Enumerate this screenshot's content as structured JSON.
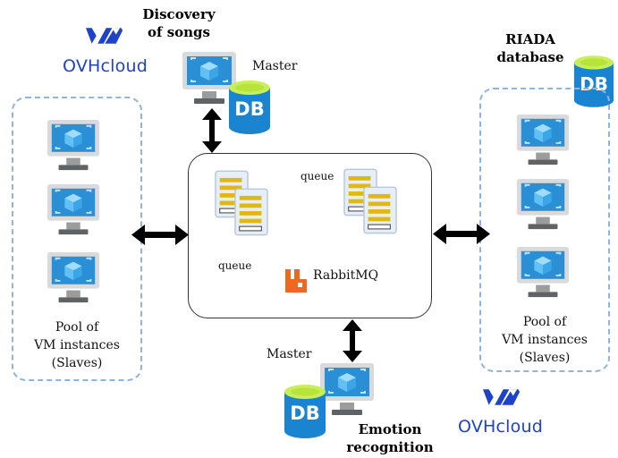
{
  "left_cloud": {
    "brand": "OVHcloud"
  },
  "right_cloud": {
    "brand": "OVHcloud"
  },
  "discovery": {
    "title_line1": "Discovery",
    "title_line2": "of songs",
    "master_label": "Master",
    "db_label": "DB"
  },
  "riada": {
    "title_line1": "RIADA",
    "title_line2": "database",
    "db_label": "DB"
  },
  "left_pool": {
    "line1": "Pool of",
    "line2": "VM instances",
    "line3": "(Slaves)"
  },
  "right_pool": {
    "line1": "Pool of",
    "line2": "VM instances",
    "line3": "(Slaves)"
  },
  "broker": {
    "name": "RabbitMQ",
    "queue_left": "queue",
    "queue_right": "queue"
  },
  "emotion": {
    "master_label": "Master",
    "db_label": "DB",
    "title_line1": "Emotion",
    "title_line2": "recognition"
  },
  "colors": {
    "ovh_blue": "#1e43c8",
    "pool_border": "#8fb4dd",
    "vm_blue": "#2b8fd6",
    "db_blue": "#1b84d0",
    "queue_gold": "#e1b80f",
    "rabbit_orange": "#f06820"
  }
}
